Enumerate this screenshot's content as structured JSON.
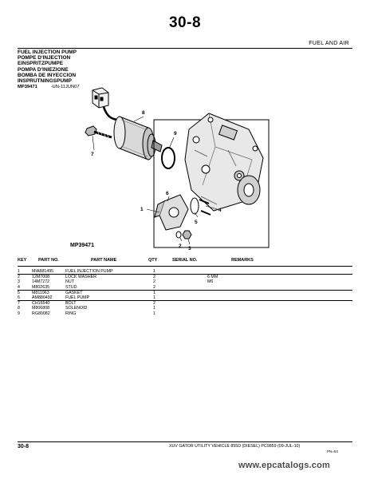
{
  "header": {
    "page_number": "30-8",
    "section": "FUEL AND AIR"
  },
  "titles": [
    "FUEL INJECTION PUMP",
    "POMPE D'INJECTION",
    "EINSPRITZPUMPE",
    "POMPA D'INIEZIONE",
    "BOMBA DE INYECCION",
    "INSPRUTNINGSPUMP"
  ],
  "reference": {
    "id": "MP39471",
    "code": "-UN-11JUN07"
  },
  "figure": {
    "label": "MP39471",
    "callouts": [
      "1",
      "2",
      "3",
      "4",
      "5",
      "6",
      "7",
      "8",
      "9"
    ]
  },
  "table": {
    "headers": {
      "key": "KEY",
      "part_no": "PART NO.",
      "part_name": "PART NAME",
      "qty": "QTY",
      "serial_no": "SERIAL NO.",
      "remarks": "REMARKS"
    },
    "rows": [
      {
        "key": "1",
        "part_no": "MIA881495",
        "part_name": "FUEL INJECTION PUMP",
        "qty": "1",
        "serial_no": "",
        "remarks": ""
      },
      {
        "key": "2",
        "part_no": "12M7008",
        "part_name": "LOCK WASHER",
        "qty": "2",
        "serial_no": "",
        "remarks": "6 MM"
      },
      {
        "key": "3",
        "part_no": "14M7272",
        "part_name": "NUT",
        "qty": "2",
        "serial_no": "",
        "remarks": "M6"
      },
      {
        "key": "4",
        "part_no": "M802635",
        "part_name": "STUD",
        "qty": "2",
        "serial_no": "",
        "remarks": ""
      },
      {
        "key": "5",
        "part_no": "M811963",
        "part_name": "GASKET",
        "qty": "1",
        "serial_no": "",
        "remarks": ""
      },
      {
        "key": "6",
        "part_no": "AM880492",
        "part_name": "FUEL PUMP",
        "qty": "1",
        "serial_no": "",
        "remarks": ""
      },
      {
        "key": "7",
        "part_no": "CH16540",
        "part_name": "BOLT",
        "qty": "2",
        "serial_no": "",
        "remarks": ""
      },
      {
        "key": "8",
        "part_no": "M806808",
        "part_name": "SOLENOID",
        "qty": "1",
        "serial_no": "",
        "remarks": ""
      },
      {
        "key": "9",
        "part_no": "RG80082",
        "part_name": "RING",
        "qty": "1",
        "serial_no": "",
        "remarks": ""
      }
    ]
  },
  "footer": {
    "page_number": "30-8",
    "title": "XUV GATOR UTILITY VEHICLE 855D (DIESEL)   PC9859   (09-JUL-10)",
    "code": "PN=54"
  },
  "watermark": "www.epcatalogs.com"
}
